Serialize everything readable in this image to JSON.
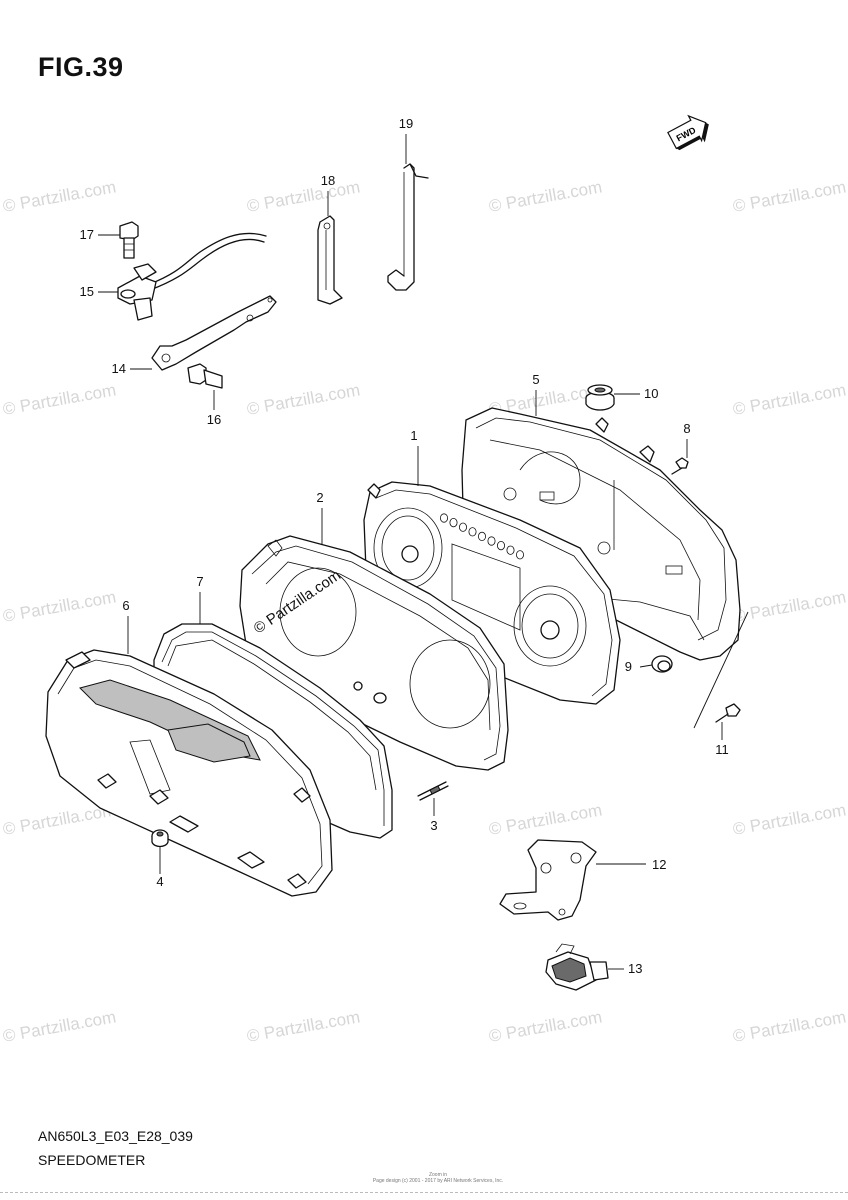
{
  "figure": {
    "title": "FIG.39"
  },
  "watermark": {
    "text": "© Partzilla.com"
  },
  "fwd_arrow": {
    "text": "FWD"
  },
  "callouts": [
    {
      "id": "1",
      "label": "1"
    },
    {
      "id": "2",
      "label": "2"
    },
    {
      "id": "3",
      "label": "3"
    },
    {
      "id": "4",
      "label": "4"
    },
    {
      "id": "5",
      "label": "5"
    },
    {
      "id": "6",
      "label": "6"
    },
    {
      "id": "7",
      "label": "7"
    },
    {
      "id": "8",
      "label": "8"
    },
    {
      "id": "9",
      "label": "9"
    },
    {
      "id": "10",
      "label": "10"
    },
    {
      "id": "11",
      "label": "11"
    },
    {
      "id": "12",
      "label": "12"
    },
    {
      "id": "13",
      "label": "13"
    },
    {
      "id": "14",
      "label": "14"
    },
    {
      "id": "15",
      "label": "15"
    },
    {
      "id": "16",
      "label": "16"
    },
    {
      "id": "17",
      "label": "17"
    },
    {
      "id": "18",
      "label": "18"
    },
    {
      "id": "19",
      "label": "19"
    }
  ],
  "diagram_code": "AN650L3_E03_E28_039",
  "caption": "SPEEDOMETER",
  "footer": {
    "line1": "Zoom in",
    "line2": "Page design (c) 2001 - 2017 by ARI Network Services, Inc."
  }
}
